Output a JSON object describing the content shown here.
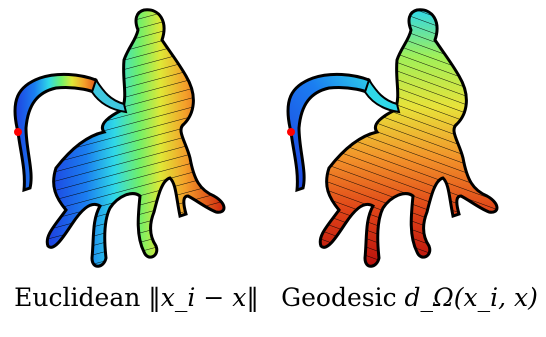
{
  "panels": [
    {
      "id": "euclidean",
      "caption_word": "Euclidean",
      "caption_math": "‖x_i − x‖",
      "colors": {
        "near": "#2d5fe6",
        "mid": "#38d0e6",
        "far": "#d83216"
      }
    },
    {
      "id": "geodesic",
      "caption_word": "Geodesic",
      "caption_math": "d_Ω(x_i, x)",
      "colors": {
        "near": "#2d5fe6",
        "mid": "#e8e23a",
        "far": "#c0140e"
      }
    }
  ],
  "source_point_color": "#ff0000"
}
